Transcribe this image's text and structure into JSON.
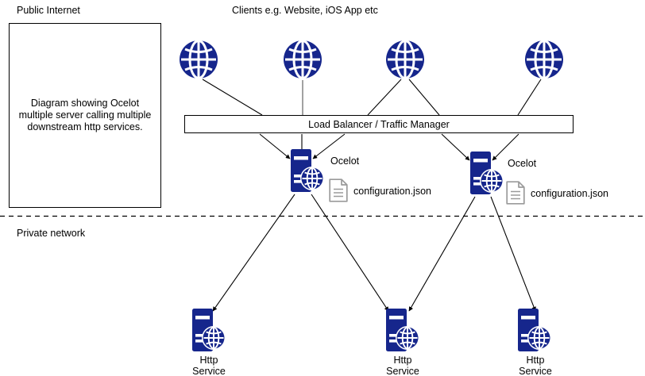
{
  "diagram": {
    "title": "Ocelot multiple server calling multiple downstream http services",
    "colors": {
      "node_blue": "#16268c",
      "line_black": "#000000",
      "doc_gray": "#9a9a9a",
      "background": "#ffffff"
    },
    "zones": {
      "public": {
        "label": "Public Internet"
      },
      "private": {
        "label": "Private network"
      }
    },
    "legend": {
      "text": "Diagram showing Ocelot multiple server calling multiple downstream http services."
    },
    "clients": {
      "header": "Clients e.g. Website, iOS App etc",
      "nodes": [
        {
          "icon": "globe-icon",
          "name": "client-1"
        },
        {
          "icon": "globe-icon",
          "name": "client-2"
        },
        {
          "icon": "globe-icon",
          "name": "client-3"
        },
        {
          "icon": "globe-icon",
          "name": "client-4"
        }
      ]
    },
    "load_balancer": {
      "label": "Load Balancer / Traffic Manager"
    },
    "ocelot_servers": [
      {
        "label": "Ocelot",
        "config_file": "configuration.json",
        "icon": "server-globe-icon",
        "config_icon": "document-icon"
      },
      {
        "label": "Ocelot",
        "config_file": "configuration.json",
        "icon": "server-globe-icon",
        "config_icon": "document-icon"
      }
    ],
    "http_services": [
      {
        "line1": "Http",
        "line2": "Service",
        "icon": "server-globe-icon"
      },
      {
        "line1": "Http",
        "line2": "Service",
        "icon": "server-globe-icon"
      },
      {
        "line1": "Http",
        "line2": "Service",
        "icon": "server-globe-icon"
      }
    ]
  }
}
